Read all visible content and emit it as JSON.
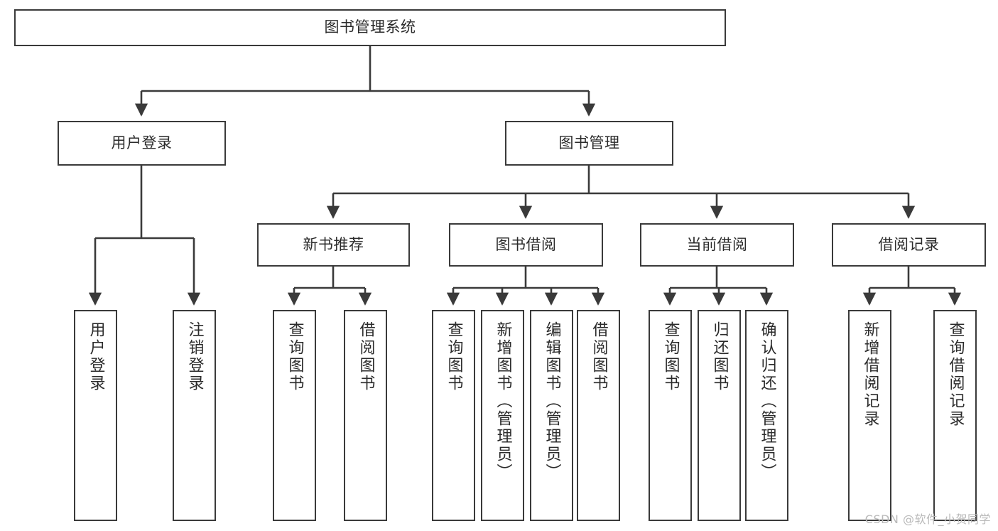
{
  "diagram": {
    "title_node": {
      "label": "图书管理系统"
    },
    "level2": [
      {
        "id": "user-login",
        "label": "用户登录"
      },
      {
        "id": "book-management",
        "label": "图书管理"
      }
    ],
    "level3": [
      {
        "id": "new-book-recommend",
        "label": "新书推荐"
      },
      {
        "id": "book-borrow",
        "label": "图书借阅"
      },
      {
        "id": "current-borrow",
        "label": "当前借阅"
      },
      {
        "id": "borrow-record",
        "label": "借阅记录"
      }
    ],
    "leaves": {
      "user_login": [
        {
          "id": "leaf-user-login",
          "label": "用户登录"
        },
        {
          "id": "leaf-logout-login",
          "label": "注销登录"
        }
      ],
      "new_book_recommend": [
        {
          "id": "leaf-query-book-1",
          "label": "查询图书"
        },
        {
          "id": "leaf-borrow-book-1",
          "label": "借阅图书"
        }
      ],
      "book_borrow": [
        {
          "id": "leaf-query-book-2",
          "label": "查询图书"
        },
        {
          "id": "leaf-add-book",
          "label": "新增图书（管理员）"
        },
        {
          "id": "leaf-edit-book",
          "label": "编辑图书（管理员）"
        },
        {
          "id": "leaf-borrow-book-2",
          "label": "借阅图书"
        }
      ],
      "current_borrow": [
        {
          "id": "leaf-query-book-3",
          "label": "查询图书"
        },
        {
          "id": "leaf-return-book",
          "label": "归还图书"
        },
        {
          "id": "leaf-confirm-return",
          "label": "确认归还（管理员）"
        }
      ],
      "borrow_record": [
        {
          "id": "leaf-add-record",
          "label": "新增借阅记录"
        },
        {
          "id": "leaf-query-record",
          "label": "查询借阅记录"
        }
      ]
    }
  },
  "watermark": {
    "text": "CSDN @软件_小贺同学"
  },
  "colors": {
    "stroke": "#3a3a3a",
    "text": "#2b2b2b",
    "background": "#ffffff",
    "watermark": "#b9b9b9"
  }
}
